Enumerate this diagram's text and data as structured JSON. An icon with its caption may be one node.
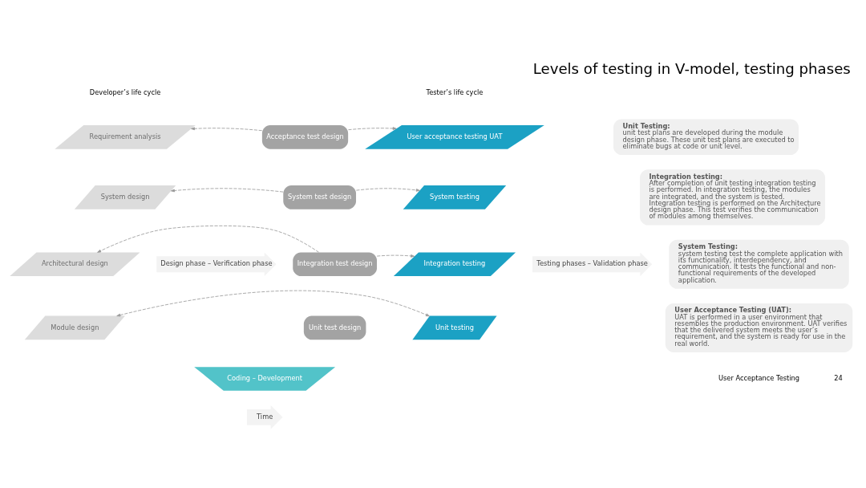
{
  "diagram": {
    "title": "Levels of testing in V-model, testing phases",
    "nodes": [
      {
        "text": [
          "Requirement analysis"
        ]
      },
      {
        "text": [
          "System design"
        ]
      },
      {
        "text": [
          "Architectural design"
        ]
      },
      {
        "text": [
          "Module design"
        ]
      },
      {
        "text": [
          "Coding – Development"
        ]
      },
      {
        "text": [
          "User acceptance testing UAT"
        ]
      },
      {
        "text": [
          "System testing"
        ]
      },
      {
        "text": [
          "Integration testing"
        ]
      },
      {
        "text": [
          "Unit testing"
        ]
      },
      {
        "text": [
          "Acceptance test design"
        ]
      },
      {
        "text": [
          "System test design"
        ]
      },
      {
        "text": [
          "Integration test design"
        ]
      },
      {
        "text": [
          "Unit test design"
        ]
      },
      {
        "text": [
          "Design phase – Verification phase"
        ]
      },
      {
        "text": [
          "Testing phases – Validation phase"
        ]
      },
      {
        "text": [
          "Time"
        ]
      },
      {
        "text": [
          "Unit Testing:",
          "unit test plans are developed during the module design phase. These unit test plans are executed to eliminate bugs at code or unit level."
        ]
      },
      {
        "text": [
          "Integration testing:",
          "After completion of unit testing integration testing is performed. In integration testing, the modules are integrated, and the system is tested. Integration testing is performed on the Architecture design phase. This test verifies the communication of modules among themselves."
        ]
      },
      {
        "text": [
          "System Testing:",
          "system testing test the complete application with its functionality, interdependency, and communication. It tests the functional and non-functional requirements of the developed application."
        ]
      },
      {
        "text": [
          "User Acceptance Testing (UAT):",
          "UAT is performed in a user environment that resembles the production environment. UAT verifies that the delivered system meets the user’s requirement, and the system is ready for use in the real world."
        ]
      }
    ],
    "edges": [
      {
        "from": 9,
        "to": 0,
        "arrow": "to",
        "style": "dashed"
      },
      {
        "from": 9,
        "to": 5,
        "arrow": "to",
        "style": "dashed"
      },
      {
        "from": 10,
        "to": 1,
        "arrow": "to",
        "style": "dashed"
      },
      {
        "from": 10,
        "to": 6,
        "arrow": "to",
        "style": "dashed"
      },
      {
        "from": 11,
        "to": 2,
        "arrow": "to",
        "style": "dashed"
      },
      {
        "from": 11,
        "to": 7,
        "arrow": "to",
        "style": "dashed"
      },
      {
        "from": 3,
        "to": 8,
        "arrow": "both",
        "style": "dashed"
      }
    ],
    "labels": [
      "Developer’s life cycle",
      "Tester’s life cycle",
      "User Acceptance Testing",
      "24"
    ]
  }
}
